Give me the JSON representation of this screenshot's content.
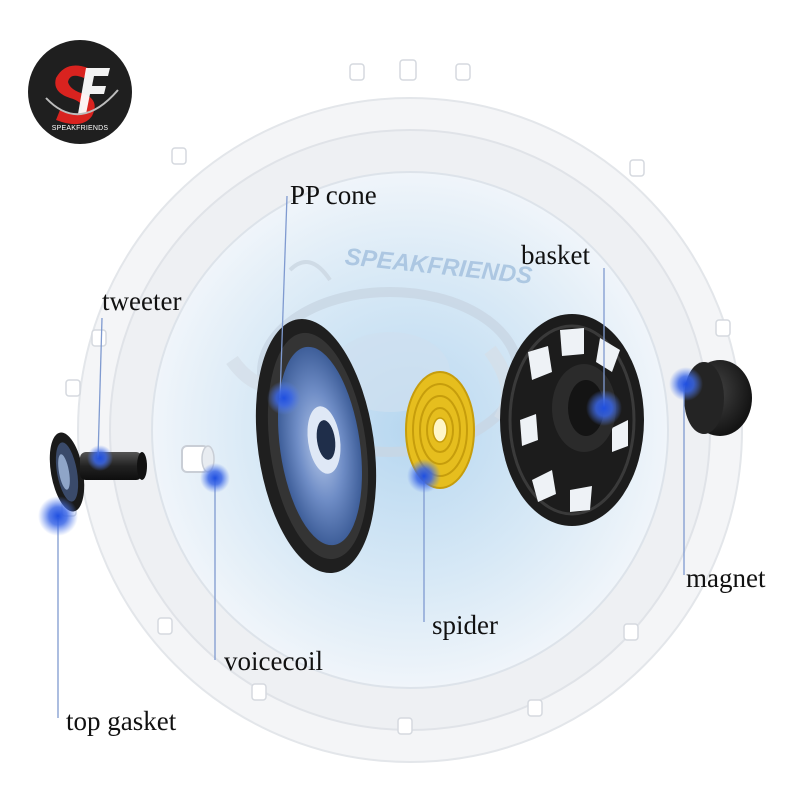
{
  "brand": {
    "logo_letters": "SF",
    "logo_caption": "SPEAKFRIENDS",
    "watermark": "SPEAKFRIENDS"
  },
  "labels": {
    "pp_cone": "PP cone",
    "basket": "basket",
    "tweeter": "tweeter",
    "magnet": "magnet",
    "spider": "spider",
    "voicecoil": "voicecoil",
    "top_gasket": "top gasket"
  },
  "colors": {
    "frame": "#eef0f3",
    "frame_edge": "#dfe3e8",
    "cone_blue": "#5f7fb8",
    "surround": "#262626",
    "spider_gold": "#e6be1e",
    "basket_black": "#1f1f1f",
    "marker_blue": "#2a55d8",
    "leader_line": "#7f9ad0",
    "logo_red": "#d9231f",
    "logo_dark": "#1f1f1f"
  }
}
